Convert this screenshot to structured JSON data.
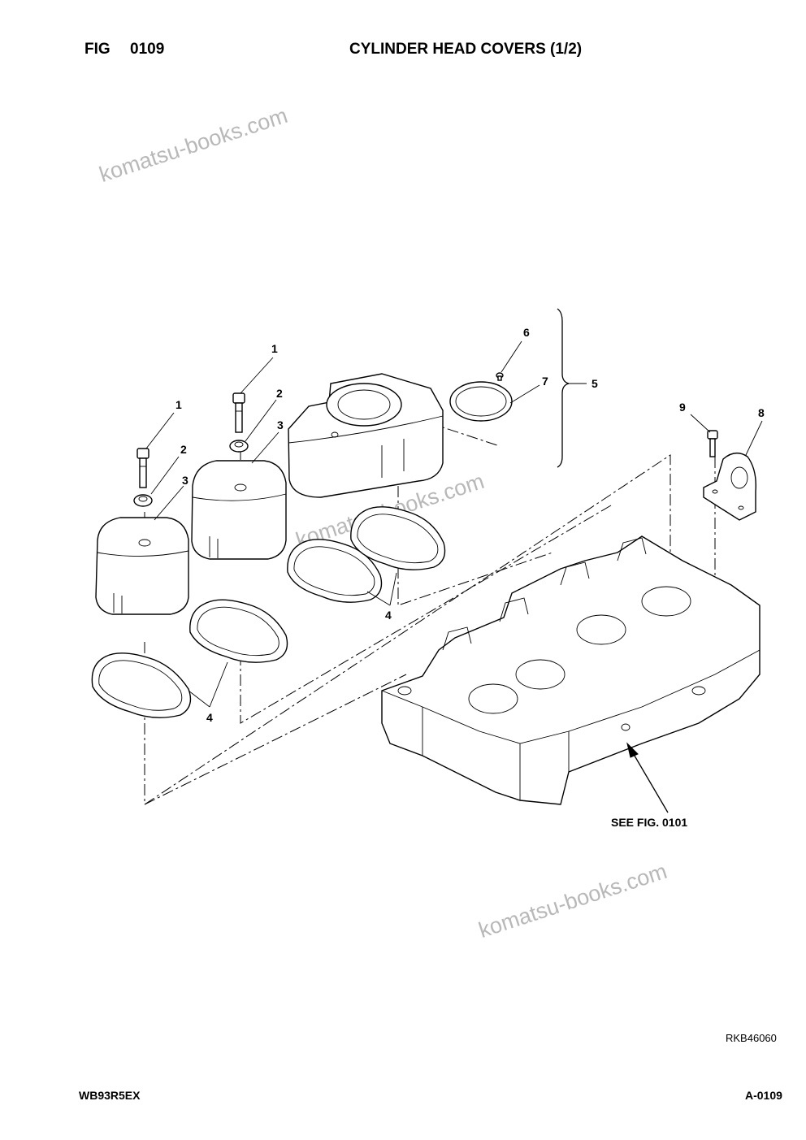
{
  "header": {
    "fig_label": "FIG",
    "fig_number": "0109",
    "title": "CYLINDER HEAD COVERS (1/2)"
  },
  "watermarks": [
    "komatsu-books.com",
    "komatsu-books.com",
    "komatsu-books.com"
  ],
  "callouts": {
    "c1a": "1",
    "c1b": "1",
    "c2a": "2",
    "c2b": "2",
    "c3a": "3",
    "c3b": "3",
    "c4a": "4",
    "c4b": "4",
    "c5": "5",
    "c6": "6",
    "c7": "7",
    "c8": "8",
    "c9": "9"
  },
  "reference_note": "SEE FIG. 0101",
  "drawing_code": "RKB46060",
  "footer": {
    "model": "WB93R5EX",
    "page": "A-0109"
  }
}
